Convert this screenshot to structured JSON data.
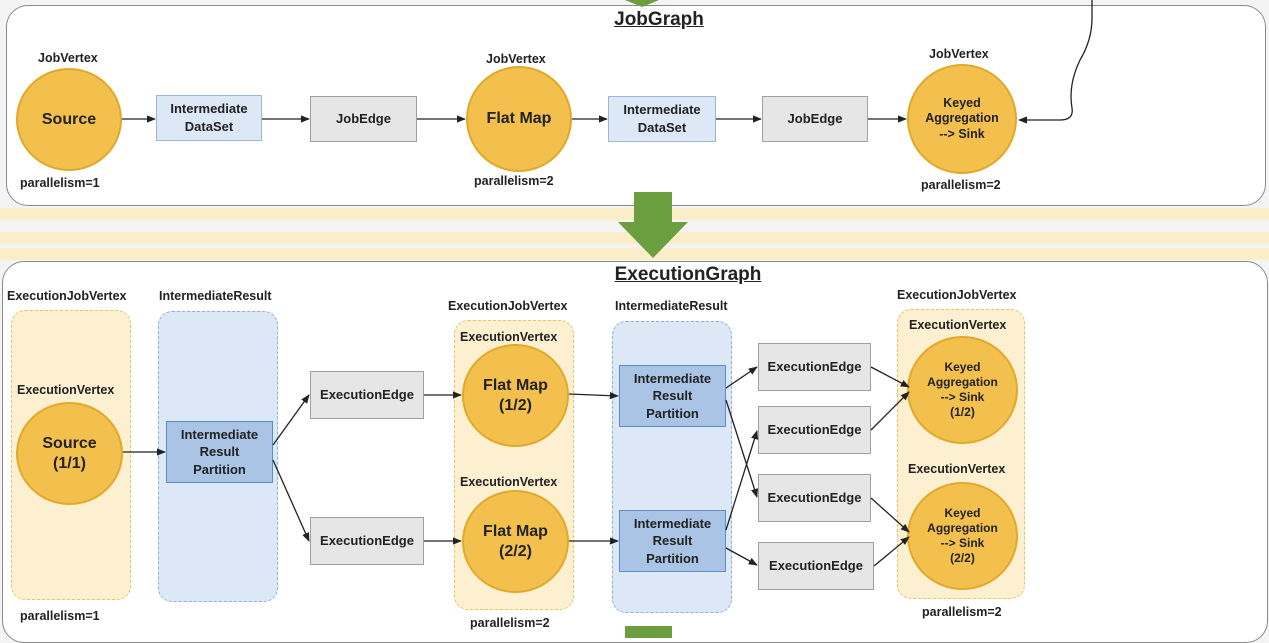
{
  "job_graph": {
    "title": "JobGraph",
    "vertex_label": "JobVertex",
    "source": "Source",
    "flat_map": "Flat Map",
    "keyed": "Keyed\nAggregation\n--> Sink",
    "dataset": "Intermediate\nDataSet",
    "edge": "JobEdge",
    "par1": "parallelism=1",
    "par2": "parallelism=2"
  },
  "execution_graph": {
    "title": "ExecutionGraph",
    "job_vertex_label": "ExecutionJobVertex",
    "result_label": "IntermediateResult",
    "vertex_label": "ExecutionVertex",
    "source": "Source\n(1/1)",
    "flat_map_1": "Flat Map\n(1/2)",
    "flat_map_2": "Flat Map\n(2/2)",
    "keyed_1": "Keyed\nAggregation\n--> Sink\n(1/2)",
    "keyed_2": "Keyed\nAggregation\n--> Sink\n(2/2)",
    "partition": "Intermediate\nResult\nPartition",
    "edge": "ExecutionEdge",
    "par1": "parallelism=1",
    "par2": "parallelism=2"
  },
  "colors": {
    "vertex": "#f3c04d",
    "edge_box": "#e6e6e6",
    "dataset": "#dde8f6",
    "partition": "#a9c4e4",
    "transition_arrow": "#6b9e3f"
  }
}
